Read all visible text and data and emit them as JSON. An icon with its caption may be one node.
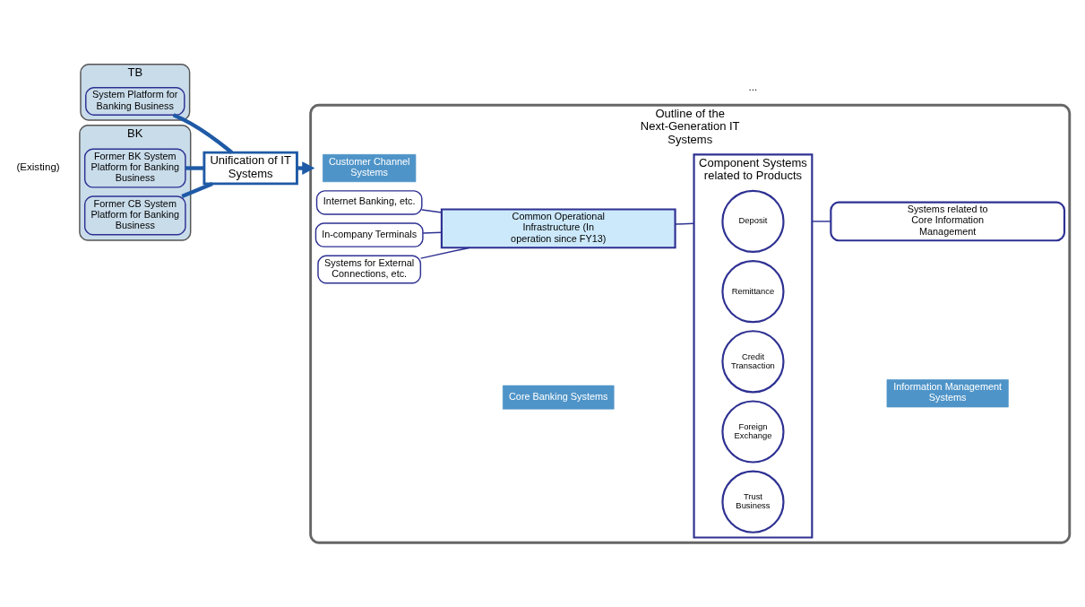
{
  "diagram": {
    "nodes": [
      {
        "text": [
          "BK"
        ]
      },
      {
        "text": [
          "Former BK System Platform for Banking Business"
        ],
        "in": 0
      },
      {
        "text": [
          "Former CB System Platform for Banking Business"
        ],
        "in": 0
      },
      {
        "text": [
          "TB"
        ]
      },
      {
        "text": [
          "System Platform for Banking Business"
        ],
        "in": 3
      },
      {
        "text": [
          "Unification of IT Systems"
        ]
      },
      {
        "text": [
          "Outline of the Next-Generation IT Systems"
        ]
      },
      {
        "text": [
          "Customer Channel Systems"
        ],
        "in": 6
      },
      {
        "text": [
          "Internet Banking, etc."
        ],
        "in": 6
      },
      {
        "text": [
          "In-company Terminals"
        ],
        "in": 6
      },
      {
        "text": [
          "Systems for External Connections, etc."
        ],
        "in": 6
      },
      {
        "text": [
          "Core Banking Systems"
        ],
        "in": 6
      },
      {
        "text": [
          "Common Operational Infrastructure (In operation since FY13)"
        ],
        "in": 6
      },
      {
        "text": [
          "Component Systems related to Products"
        ],
        "in": 6
      },
      {
        "text": [
          "Deposit"
        ],
        "in": 13
      },
      {
        "text": [
          "Remittance"
        ],
        "in": 13
      },
      {
        "text": [
          "Credit Transaction"
        ],
        "in": 13
      },
      {
        "text": [
          "Foreign Exchange"
        ],
        "in": 13
      },
      {
        "text": [
          "Trust Business"
        ],
        "in": 13
      },
      {
        "text": [
          "Information Management Systems"
        ],
        "in": 6
      },
      {
        "text": [
          "Systems related to Core Information Management"
        ],
        "in": 6
      }
    ],
    "edges": [
      {
        "from": 1,
        "to": 5,
        "arrow": "none",
        "style": "thick",
        "color": "#1f5aa6"
      },
      {
        "from": 2,
        "to": 5,
        "arrow": "none",
        "style": "thick",
        "color": "#1f5aa6"
      },
      {
        "from": 4,
        "to": 5,
        "arrow": "none",
        "style": "thick",
        "color": "#1f5aa6"
      },
      {
        "from": 5,
        "to": 6,
        "arrow": "to",
        "style": "thick",
        "color": "#1f5aa6"
      },
      {
        "from": 8,
        "to": 12,
        "arrow": "none"
      },
      {
        "from": 9,
        "to": 12,
        "arrow": "none"
      },
      {
        "from": 10,
        "to": 12,
        "arrow": "none"
      },
      {
        "from": 12,
        "to": 13,
        "arrow": "none"
      },
      {
        "from": 13,
        "to": 20,
        "arrow": "none"
      }
    ],
    "labels": [
      "(Existing)",
      "..."
    ]
  }
}
